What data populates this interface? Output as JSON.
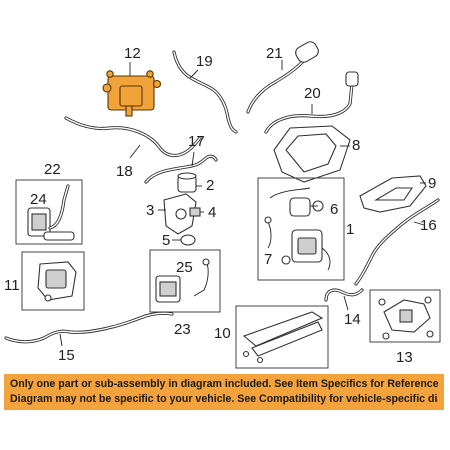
{
  "callouts": {
    "c1": "1",
    "c2": "2",
    "c3": "3",
    "c4": "4",
    "c5": "5",
    "c6": "6",
    "c7": "7",
    "c8": "8",
    "c9": "9",
    "c10": "10",
    "c11": "11",
    "c12": "12",
    "c13": "13",
    "c14": "14",
    "c15": "15",
    "c16": "16",
    "c17": "17",
    "c18": "18",
    "c19": "19",
    "c20": "20",
    "c21": "21",
    "c22": "22",
    "c23": "23",
    "c24": "24",
    "c25": "25"
  },
  "highlight_color": "#f0a33a",
  "notice": {
    "background": "#f4a33c",
    "line1": "Only one part or sub-assembly in diagram included. See Item Specifics for Reference #.",
    "line2": "Diagram may not be specific to your vehicle. See Compatibility for vehicle-specific diagrams."
  }
}
